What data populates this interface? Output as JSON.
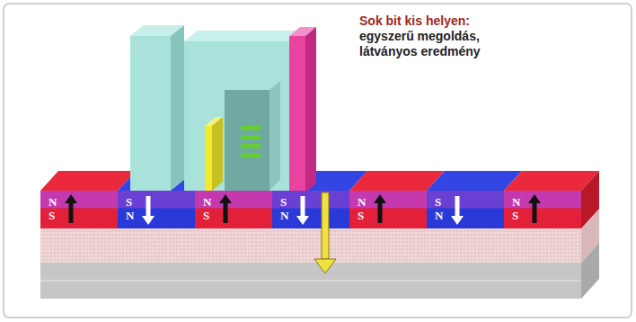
{
  "diagram": {
    "nodes": [
      {
        "text": [
          "Sok bit kis helyen:",
          "egyszerű megoldás, látványos eredmény"
        ]
      },
      {
        "text": [
          "N",
          "S"
        ]
      },
      {
        "text": [
          "S",
          "N"
        ]
      },
      {
        "text": [
          "N",
          "S"
        ]
      },
      {
        "text": [
          "S",
          "N"
        ]
      },
      {
        "text": [
          "N",
          "S"
        ]
      },
      {
        "text": [
          "S",
          "N"
        ]
      },
      {
        "text": [
          "N",
          "S"
        ]
      }
    ]
  }
}
